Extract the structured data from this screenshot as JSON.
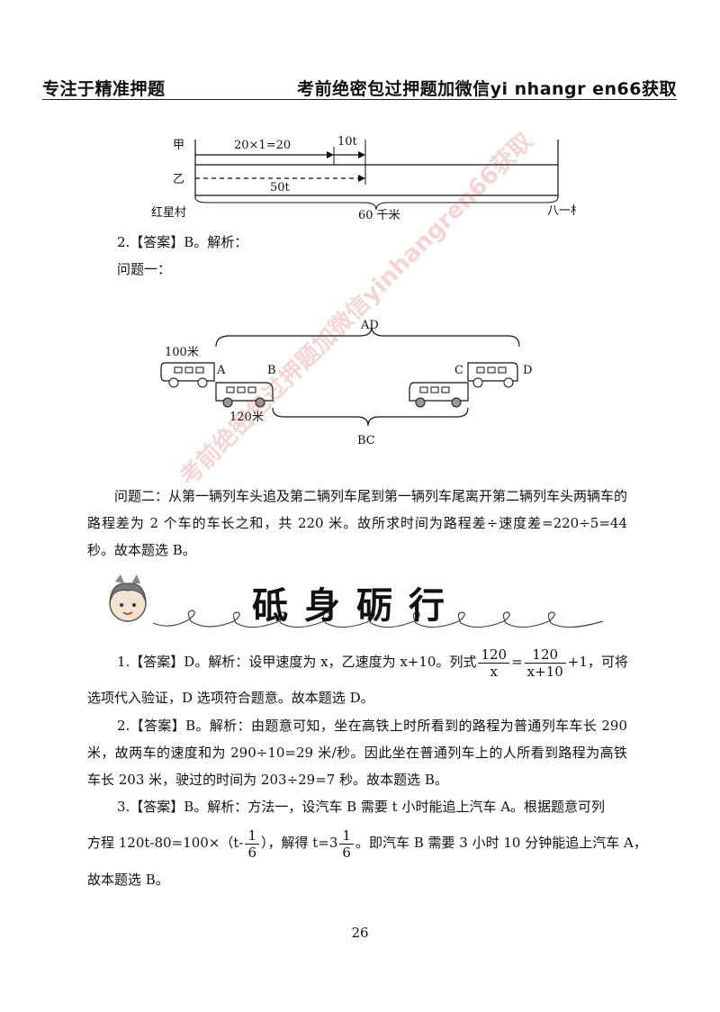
{
  "header": {
    "left": "专注于精准押题",
    "right": "考前绝密包过押题加微信yi nhangr en66获取"
  },
  "watermark": "考前绝密包过押题加微信yinhangren66获取",
  "diagram1": {
    "jia": "甲",
    "yi": "乙",
    "seg1": "20×1=20",
    "seg2": "10t",
    "seg3": "50t",
    "start": "红星村",
    "distance": "60 千米",
    "end": "八一村"
  },
  "answer2": {
    "head": "2.【答案】B。解析：",
    "q1": "问题一："
  },
  "diagram2": {
    "ad": "AD",
    "len100": "100米",
    "A": "A",
    "B": "B",
    "C": "C",
    "D": "D",
    "len120": "120米",
    "bc": "BC"
  },
  "q2_text": "问题二：从第一辆列车头追及第二辆列车尾到第一辆列车尾离开第二辆列车头两辆车的路程差为 2 个车的车长之和，共 220 米。故所求时间为路程差÷速度差=220÷5=44 秒。故本题选 B。",
  "section_title": "砥身砺行",
  "item1": {
    "pre": "1.【答案】D。解析：设甲速度为 x，乙速度为 x+10。列式",
    "f1_num": "120",
    "f1_den": "x",
    "eq": "=",
    "f2_num": "120",
    "f2_den": "x+10",
    "post": "+1，可将",
    "line2": "选项代入验证，D 选项符合题意。故本题选 D。"
  },
  "item2": "2.【答案】B。解析：由题意可知，坐在高铁上时所看到的路程为普通列车车长 290 米，故两车的速度和为 290÷10=29 米/秒。因此坐在普通列车上的人所看到路程为高铁车长 203 米，驶过的时间为 203÷29=7 秒。故本题选 B。",
  "item3": {
    "line1": "3.【答案】B。解析：方法一，设汽车 B 需要 t 小时能追上汽车 A。根据题意可列",
    "pre": "方程 120t-80=100×（t-",
    "f_num": "1",
    "f_den": "6",
    "mid": "），解得 t=3",
    "f2_num": "1",
    "f2_den": "6",
    "post": "。即汽车 B 需要 3 小时 10 分钟能追上汽车 A，",
    "line3": "故本题选 B。"
  },
  "page_number": "26"
}
